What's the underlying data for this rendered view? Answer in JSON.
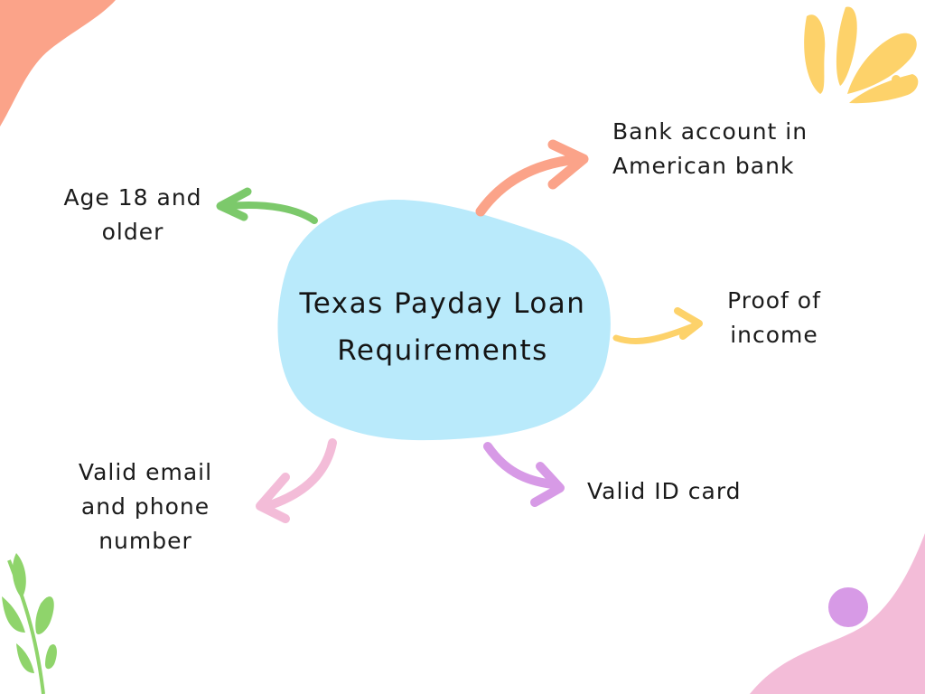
{
  "title_lines": [
    "Texas Payday Loan",
    "Requirements"
  ],
  "nodes": {
    "age": {
      "lines": [
        "Age 18 and",
        "older"
      ],
      "color": "#7cc96b"
    },
    "bank": {
      "lines": [
        "Bank account in",
        "American bank"
      ],
      "color": "#fba389"
    },
    "income": {
      "lines": [
        "Proof of",
        "income"
      ],
      "color": "#fdd26a"
    },
    "id_card": {
      "lines": [
        "Valid ID card"
      ],
      "color": "#d79ae6"
    },
    "email": {
      "lines": [
        "Valid email",
        "and phone",
        "number"
      ],
      "color": "#f3bcd8"
    }
  },
  "colors": {
    "blob": "#b9eafb",
    "accent_orange": "#fba389",
    "accent_yellow": "#fdd26a",
    "accent_green": "#8fd46b",
    "accent_purple": "#d79ae6",
    "accent_pink": "#f3bcd8"
  }
}
